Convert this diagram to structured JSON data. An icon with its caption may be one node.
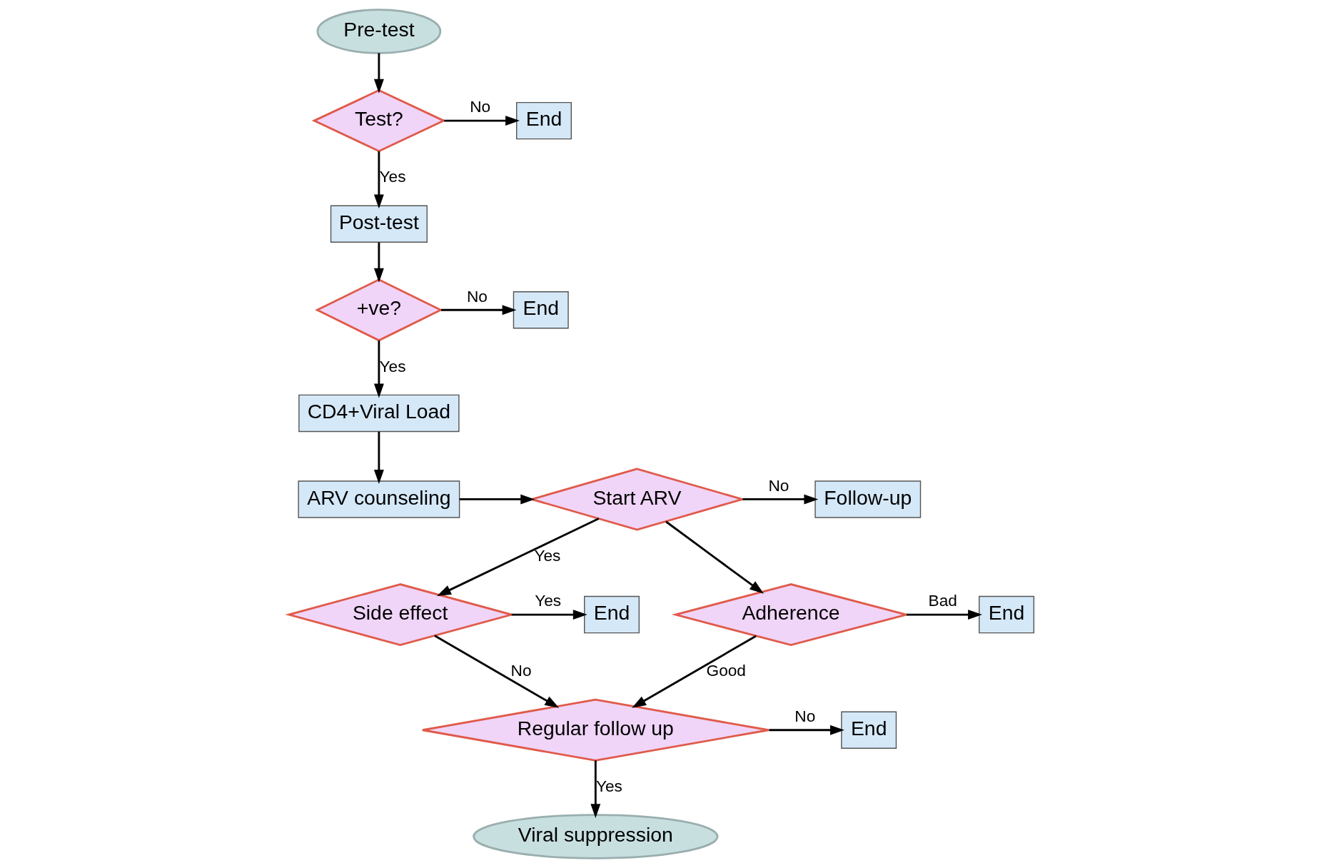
{
  "diagram": {
    "nodes": [
      {
        "text": [
          "Pre-test"
        ]
      },
      {
        "text": [
          "Viral suppression"
        ]
      },
      {
        "text": [
          "End"
        ]
      },
      {
        "text": [
          "Test?"
        ]
      },
      {
        "text": [
          "Regular follow up"
        ]
      },
      {
        "text": [
          "End"
        ]
      },
      {
        "text": [
          "Post-test"
        ]
      },
      {
        "text": [
          "End"
        ]
      },
      {
        "text": [
          "+ve?"
        ]
      },
      {
        "text": [
          "End"
        ]
      },
      {
        "text": [
          "Side effect"
        ]
      },
      {
        "text": [
          "Adherence"
        ]
      },
      {
        "text": [
          "End"
        ]
      },
      {
        "text": [
          "CD4+Viral Load"
        ]
      },
      {
        "text": [
          "ARV counseling"
        ]
      },
      {
        "text": [
          "Start ARV"
        ]
      },
      {
        "text": [
          "Follow-up"
        ]
      }
    ],
    "edges": [
      {
        "from": 0,
        "to": 3,
        "arrow": "to"
      },
      {
        "from": 3,
        "to": 2,
        "arrow": "to",
        "label": "No"
      },
      {
        "from": 3,
        "to": 6,
        "arrow": "to",
        "label": "Yes"
      },
      {
        "from": 6,
        "to": 8,
        "arrow": "to"
      },
      {
        "from": 8,
        "to": 7,
        "arrow": "to",
        "label": "No"
      },
      {
        "from": 8,
        "to": 13,
        "arrow": "to",
        "label": "Yes"
      },
      {
        "from": 13,
        "to": 14,
        "arrow": "to"
      },
      {
        "from": 14,
        "to": 15,
        "arrow": "to"
      },
      {
        "from": 15,
        "to": 16,
        "arrow": "to",
        "label": "No"
      },
      {
        "from": 15,
        "to": 10,
        "arrow": "to",
        "label": "Yes"
      },
      {
        "from": 15,
        "to": 11,
        "arrow": "to"
      },
      {
        "from": 10,
        "to": 9,
        "arrow": "to",
        "label": "Yes"
      },
      {
        "from": 11,
        "to": 12,
        "arrow": "to",
        "label": "Bad"
      },
      {
        "from": 10,
        "to": 4,
        "arrow": "to",
        "label": "No"
      },
      {
        "from": 11,
        "to": 4,
        "arrow": "to",
        "label": "Good"
      },
      {
        "from": 4,
        "to": 1,
        "arrow": "to",
        "label": "Yes"
      },
      {
        "from": 4,
        "to": 5,
        "arrow": "to",
        "label": "No"
      }
    ]
  }
}
